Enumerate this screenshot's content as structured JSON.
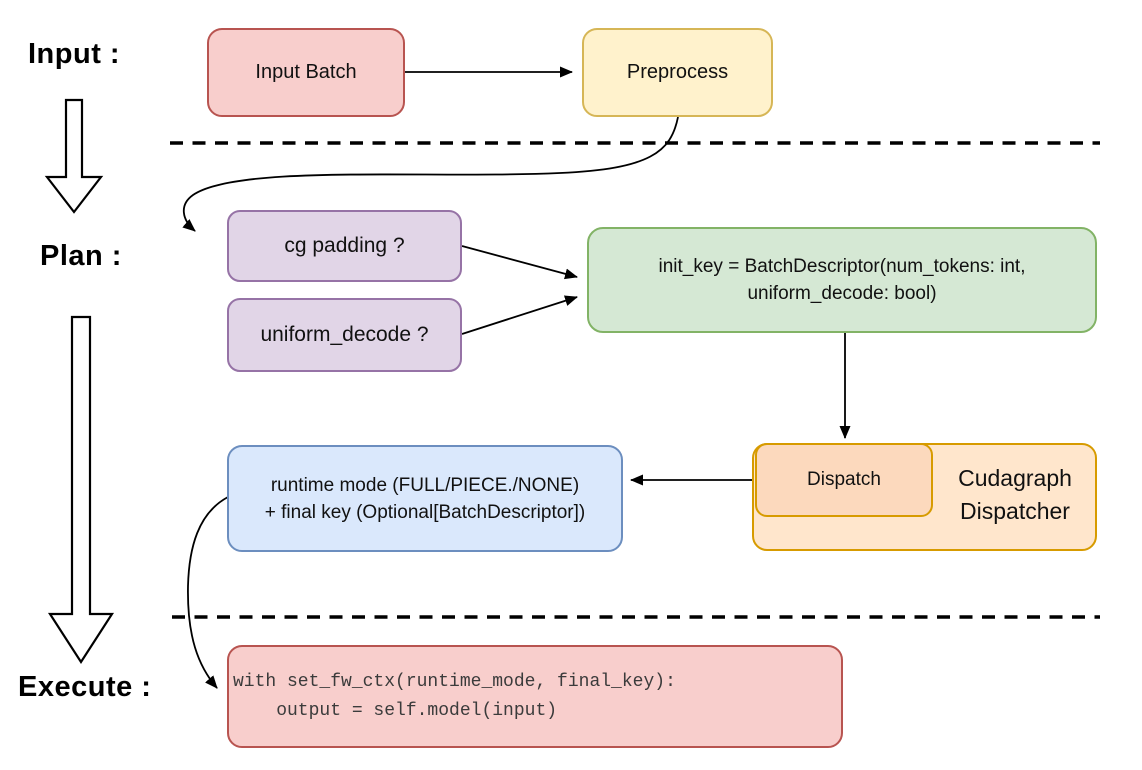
{
  "diagram": {
    "title_hint": "Cudagraph dispatch flow",
    "sections": {
      "input_label": "Input :",
      "plan_label": "Plan :",
      "execute_label": "Execute :"
    },
    "nodes": {
      "input_batch": {
        "label": "Input Batch",
        "fill": "#f8cecc",
        "stroke": "#b85450"
      },
      "preprocess": {
        "label": "Preprocess",
        "fill": "#fff2cc",
        "stroke": "#d6b656"
      },
      "cg_padding": {
        "label": "cg padding ?",
        "fill": "#e1d5e7",
        "stroke": "#9673a6"
      },
      "uniform_decode": {
        "label": "uniform_decode ?",
        "fill": "#e1d5e7",
        "stroke": "#9673a6"
      },
      "init_key": {
        "line1": "init_key = BatchDescriptor(num_tokens: int,",
        "line2": "uniform_decode: bool)",
        "fill": "#d5e8d4",
        "stroke": "#82b366"
      },
      "dispatch": {
        "label": "Dispatch",
        "fill": "#fcd9bd",
        "stroke": "#d79b00"
      },
      "cudagraph_dispatcher": {
        "line1": "Cudagraph",
        "line2": "Dispatcher",
        "fill": "#ffe6cc",
        "stroke": "#d79b00"
      },
      "runtime_result": {
        "line1": "runtime mode (FULL/PIECE./NONE)",
        "line2": "+ final key (Optional[BatchDescriptor])",
        "fill": "#dae8fc",
        "stroke": "#6c8ebf"
      },
      "execute_code": {
        "line1": "with set_fw_ctx(runtime_mode, final_key):",
        "line2": "    output = self.model(input)",
        "fill": "#f8cecc",
        "stroke": "#b85450"
      }
    },
    "connectors": [
      "input_batch -> preprocess",
      "preprocess -> cg_padding",
      "cg_padding -> init_key",
      "uniform_decode -> init_key",
      "init_key -> dispatch",
      "dispatch -> runtime_result",
      "runtime_result -> execute_code"
    ]
  }
}
